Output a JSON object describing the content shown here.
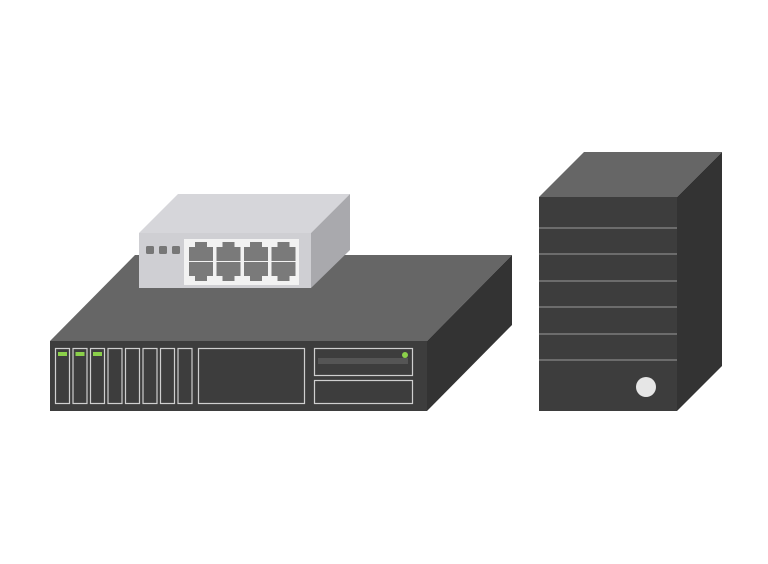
{
  "illustration": {
    "devices": [
      "rack-server",
      "network-switch",
      "tower-server"
    ],
    "colors": {
      "dark_top": "#666666",
      "dark_front": "#3d3d3d",
      "dark_side": "#333333",
      "switch_top": "#d6d6da",
      "switch_front": "#cfcfd3",
      "switch_side": "#a9a9ad",
      "led_green": "#8bd04a",
      "outline": "#cfcfcf"
    },
    "rack_server": {
      "drive_bays": 8,
      "active_bays": 3
    },
    "switch": {
      "ports": 8,
      "status_lights": 3
    }
  }
}
